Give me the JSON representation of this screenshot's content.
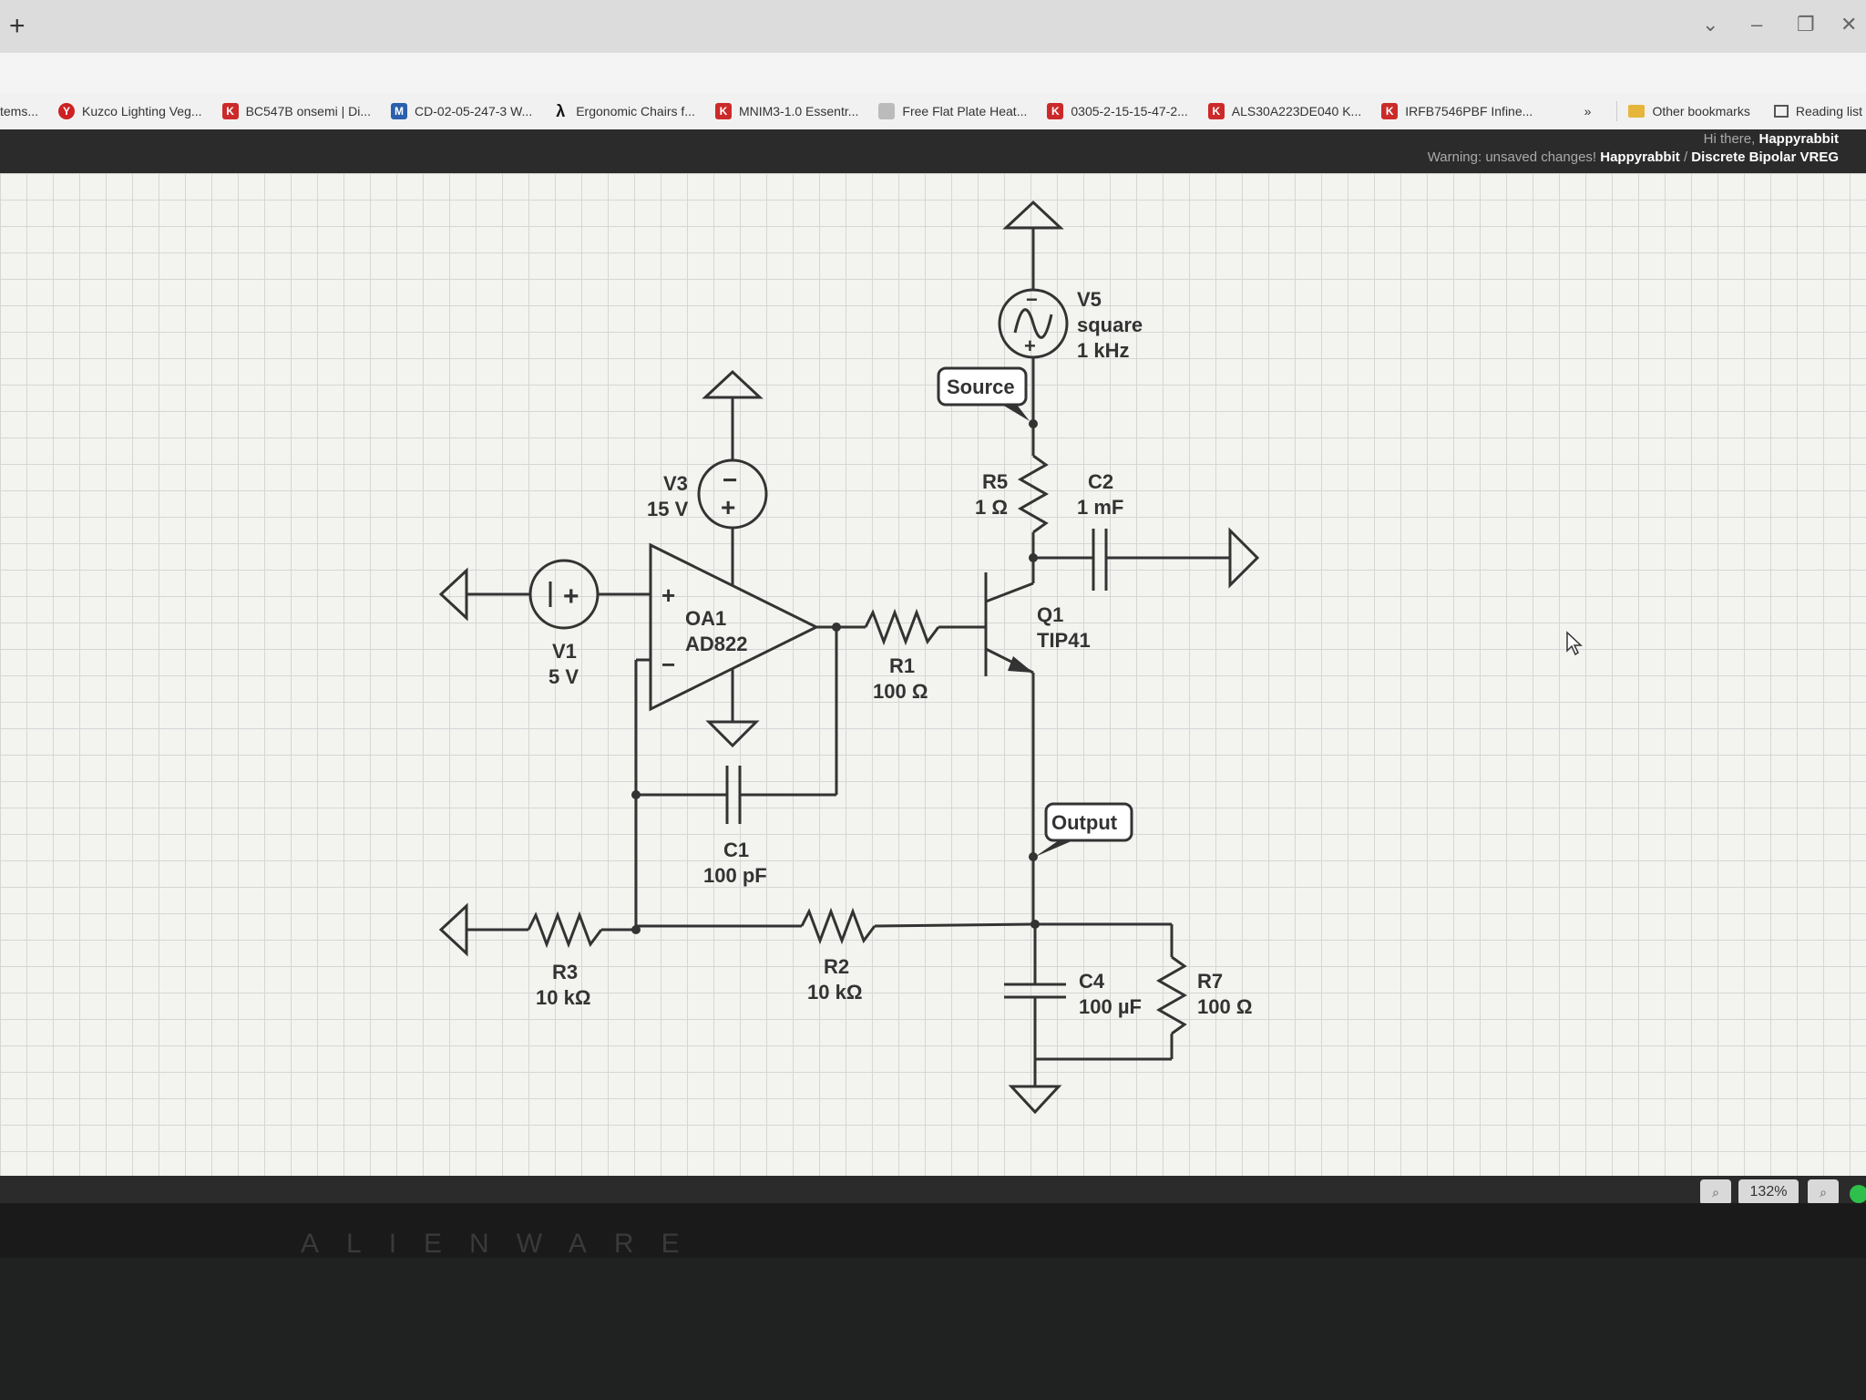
{
  "browser": {
    "new_tab_icon": "plus-icon",
    "bookmarks": [
      {
        "label": "tems...",
        "icon": ""
      },
      {
        "label": "Kuzco Lighting Veg...",
        "icon": "y"
      },
      {
        "label": "BC547B onsemi | Di...",
        "icon": "k"
      },
      {
        "label": "CD-02-05-247-3 W...",
        "icon": "m"
      },
      {
        "label": "Ergonomic Chairs f...",
        "icon": "l"
      },
      {
        "label": "MNIM3-1.0 Essentr...",
        "icon": "k"
      },
      {
        "label": "Free Flat Plate Heat...",
        "icon": "f"
      },
      {
        "label": "0305-2-15-15-47-2...",
        "icon": "k"
      },
      {
        "label": "ALS30A223DE040 K...",
        "icon": "k"
      },
      {
        "label": "IRFB7546PBF Infine...",
        "icon": "k"
      }
    ],
    "overflow": "»",
    "other_bookmarks": "Other bookmarks",
    "reading_list": "Reading list"
  },
  "app": {
    "greeting_prefix": "Hi there,",
    "user": "Happyrabbit",
    "warning": "Warning: unsaved changes!",
    "breadcrumb_user": "Happyrabbit",
    "breadcrumb_sep": "/",
    "project": "Discrete Bipolar VREG",
    "zoom": "132%"
  },
  "schematic": {
    "v5": {
      "name": "V5",
      "value": "square",
      "freq": "1 kHz"
    },
    "source_label": "Source",
    "output_label": "Output",
    "r5": {
      "name": "R5",
      "value": "1 Ω"
    },
    "c2": {
      "name": "C2",
      "value": "1 mF"
    },
    "v3": {
      "name": "V3",
      "value": "15 V"
    },
    "oa1": {
      "name": "OA1",
      "value": "AD822"
    },
    "q1": {
      "name": "Q1",
      "value": "TIP41"
    },
    "v1": {
      "name": "V1",
      "value": "5 V"
    },
    "r1": {
      "name": "R1",
      "value": "100 Ω"
    },
    "c1": {
      "name": "C1",
      "value": "100 pF"
    },
    "r3": {
      "name": "R3",
      "value": "10 kΩ"
    },
    "r2": {
      "name": "R2",
      "value": "10 kΩ"
    },
    "c4": {
      "name": "C4",
      "value": "100 µF"
    },
    "r7": {
      "name": "R7",
      "value": "100 Ω"
    },
    "plus": "+",
    "minus": "−"
  },
  "monitor": {
    "brand": "ALIENWARE"
  }
}
